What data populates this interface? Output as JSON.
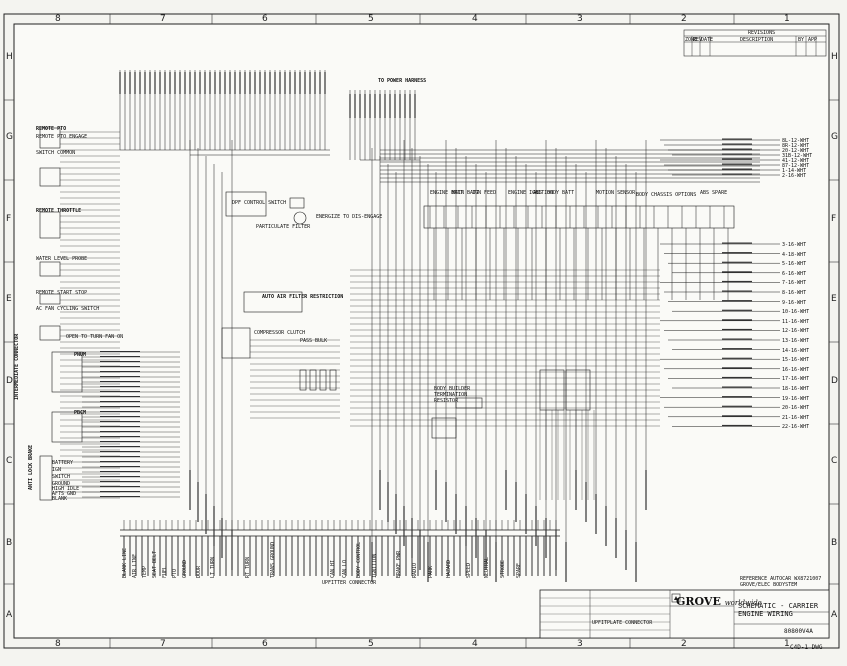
{
  "zones": {
    "columns": [
      "8",
      "7",
      "6",
      "5",
      "4",
      "3",
      "2",
      "1"
    ],
    "rows": [
      "H",
      "G",
      "F",
      "E",
      "D",
      "C",
      "B",
      "A"
    ]
  },
  "revisions_header": {
    "title": "REVISIONS",
    "description": "DESCRIPTION",
    "cols": [
      "ZONE",
      "REV",
      "DATE",
      "BY",
      "APP"
    ]
  },
  "left_labels": {
    "remote_pto": "REMOTE PTO",
    "remote_pto_engage": "REMOTE PTO ENGAGE",
    "switch_common": "SWITCH COMMON",
    "remote_throttle": "REMOTE THROTTLE",
    "water_level": "WATER LEVEL PROBE",
    "remote_start_stop": "REMOTE START STOP",
    "intermediate_connector": "INTERMEDIATE CONNECTOR",
    "anti_lock_brake": "ANTI LOCK BRAKE",
    "ac_fan": "AC FAN CYCLING SWITCH",
    "open_fan": "OPEN TO TURN FAN ON",
    "pnum": "PNUM",
    "pbcm": "PBCM",
    "switch_labels": [
      "BATTERY",
      "IGN",
      "SWITCH",
      "GROUND",
      "HIGH IDLE",
      "AFTS GND",
      "BLANK"
    ]
  },
  "top_labels": {
    "to_power_harness": "TO POWER HARNESS",
    "particulate_filter": "PARTICULATE FILTER",
    "dpf_control": "DPF CONTROL SWITCH",
    "energize": "ENERGIZE TO DIS-ENGAGE",
    "engine_batt": "ENGINE BATT",
    "main_batt": "MAIN BATT",
    "ign_feed": "IGN FEED",
    "engine_ignition": "ENGINE IGNITION",
    "abs": "ABS",
    "body_batt": "BODY BATT",
    "motion_sensor": "MOTION SENSOR",
    "body_options": "BODY CHASSIS OPTIONS",
    "abs_spare": "ABS SPARE"
  },
  "mid_labels": {
    "auto_filter": "AUTO AIR FILTER RESTRICTION",
    "compressor_clutch": "COMPRESSOR CLUTCH",
    "pass_bulk": "PASS BULK",
    "body_builder": "BODY BUILDER TERMINATION RESISTOR",
    "upfitter": "UPFITTER CONNECTOR"
  },
  "bottom_labels": [
    "BLANK LINE",
    "AIR LINE",
    "TEMP",
    "SEAT BELT",
    "FUEL",
    "PTO",
    "GROUND",
    "DOOR",
    "LT TURN",
    "RT TURN",
    "TRANS GROUND",
    "CAN HI",
    "CAN LO",
    "BODY CONTROL",
    "IGNITION",
    "BRAKE PWR",
    "RADIO",
    "PARK",
    "HAZARD",
    "SPEED",
    "NEUTRAL",
    "STROBE",
    "SPARE"
  ],
  "wire_codes_right": [
    "8L-12-WHT",
    "8R-12-WHT",
    "20-12-WHT",
    "31B-12-WHT",
    "41-12-WHT",
    "87-12-WHT",
    "1-14-WHT",
    "2-16-WHT",
    "3-16-WHT",
    "4-18-WHT",
    "5-16-WHT",
    "6-16-WHT",
    "7-16-WHT",
    "8-16-WHT",
    "9-16-WHT",
    "10-16-WHT",
    "11-16-WHT",
    "12-16-WHT",
    "13-16-WHT",
    "14-16-WHT",
    "15-16-WHT",
    "16-16-WHT",
    "17-16-WHT",
    "18-16-WHT",
    "19-16-WHT",
    "20-16-WHT",
    "21-16-WHT",
    "22-16-WHT"
  ],
  "title_block": {
    "company": "GROVE",
    "company_sub": "worldwide",
    "reference": [
      "REFERENCE AUTOCAR WX8721007",
      "GROVE/ELEC BODYSTEM"
    ],
    "schematic_title": [
      "SCHEMATIC - CARRIER",
      "ENGINE WIRING"
    ],
    "drawing_no": "80800V4A",
    "sheet": "C4D-1 DWG",
    "upfit_plate": "UPFITPLATE CONNECTOR"
  }
}
